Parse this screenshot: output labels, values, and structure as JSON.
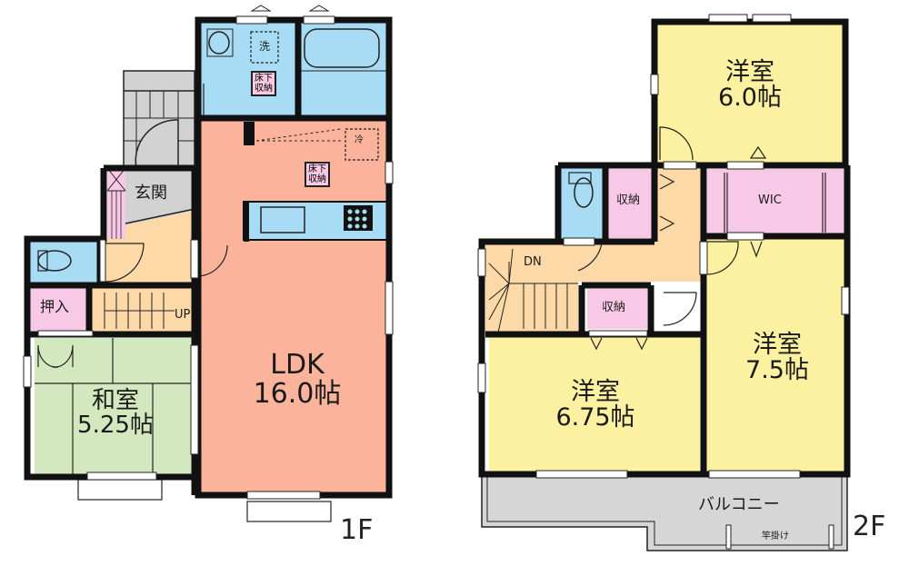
{
  "colors": {
    "wall": "#111111",
    "ldk": "#fbb49b",
    "wet": "#a8dcf4",
    "storage": "#f8c9e6",
    "hall": "#fcd9a6",
    "washitsu": "#d4e8bf",
    "youshitsu": "#fcf1a0",
    "entrance": "#d2d2d2",
    "balcony": "#d6d6d6"
  },
  "floor1": {
    "label": "1F",
    "rooms": [
      {
        "id": "ldk",
        "name": "LDK",
        "size": "16.0帖"
      },
      {
        "id": "washitsu",
        "name": "和室",
        "size": "5.25帖"
      },
      {
        "id": "genkan",
        "name": "玄関"
      },
      {
        "id": "oshiire",
        "name": "押入"
      },
      {
        "id": "stairs",
        "name": "UP"
      },
      {
        "id": "washroom-floor-storage",
        "name": "床下\n収納",
        "line1": "床下",
        "line2": "収納"
      },
      {
        "id": "ldk-floor-storage",
        "name": "床下\n収納",
        "line1": "床下",
        "line2": "収納"
      },
      {
        "id": "washing",
        "name": "洗"
      },
      {
        "id": "hood",
        "name": "冷"
      }
    ]
  },
  "floor2": {
    "label": "2F",
    "rooms": [
      {
        "id": "youshitsu-a",
        "name": "洋室",
        "size": "6.0帖"
      },
      {
        "id": "youshitsu-b",
        "name": "洋室",
        "size": "6.75帖"
      },
      {
        "id": "youshitsu-c",
        "name": "洋室",
        "size": "7.5帖"
      },
      {
        "id": "wic",
        "name": "WIC"
      },
      {
        "id": "storage-upper",
        "name": "収納"
      },
      {
        "id": "storage-lower",
        "name": "収納"
      },
      {
        "id": "stairs",
        "name": "DN"
      },
      {
        "id": "balcony",
        "name": "バルコニー"
      },
      {
        "id": "rod-hanger",
        "name": "竿掛け"
      }
    ]
  }
}
